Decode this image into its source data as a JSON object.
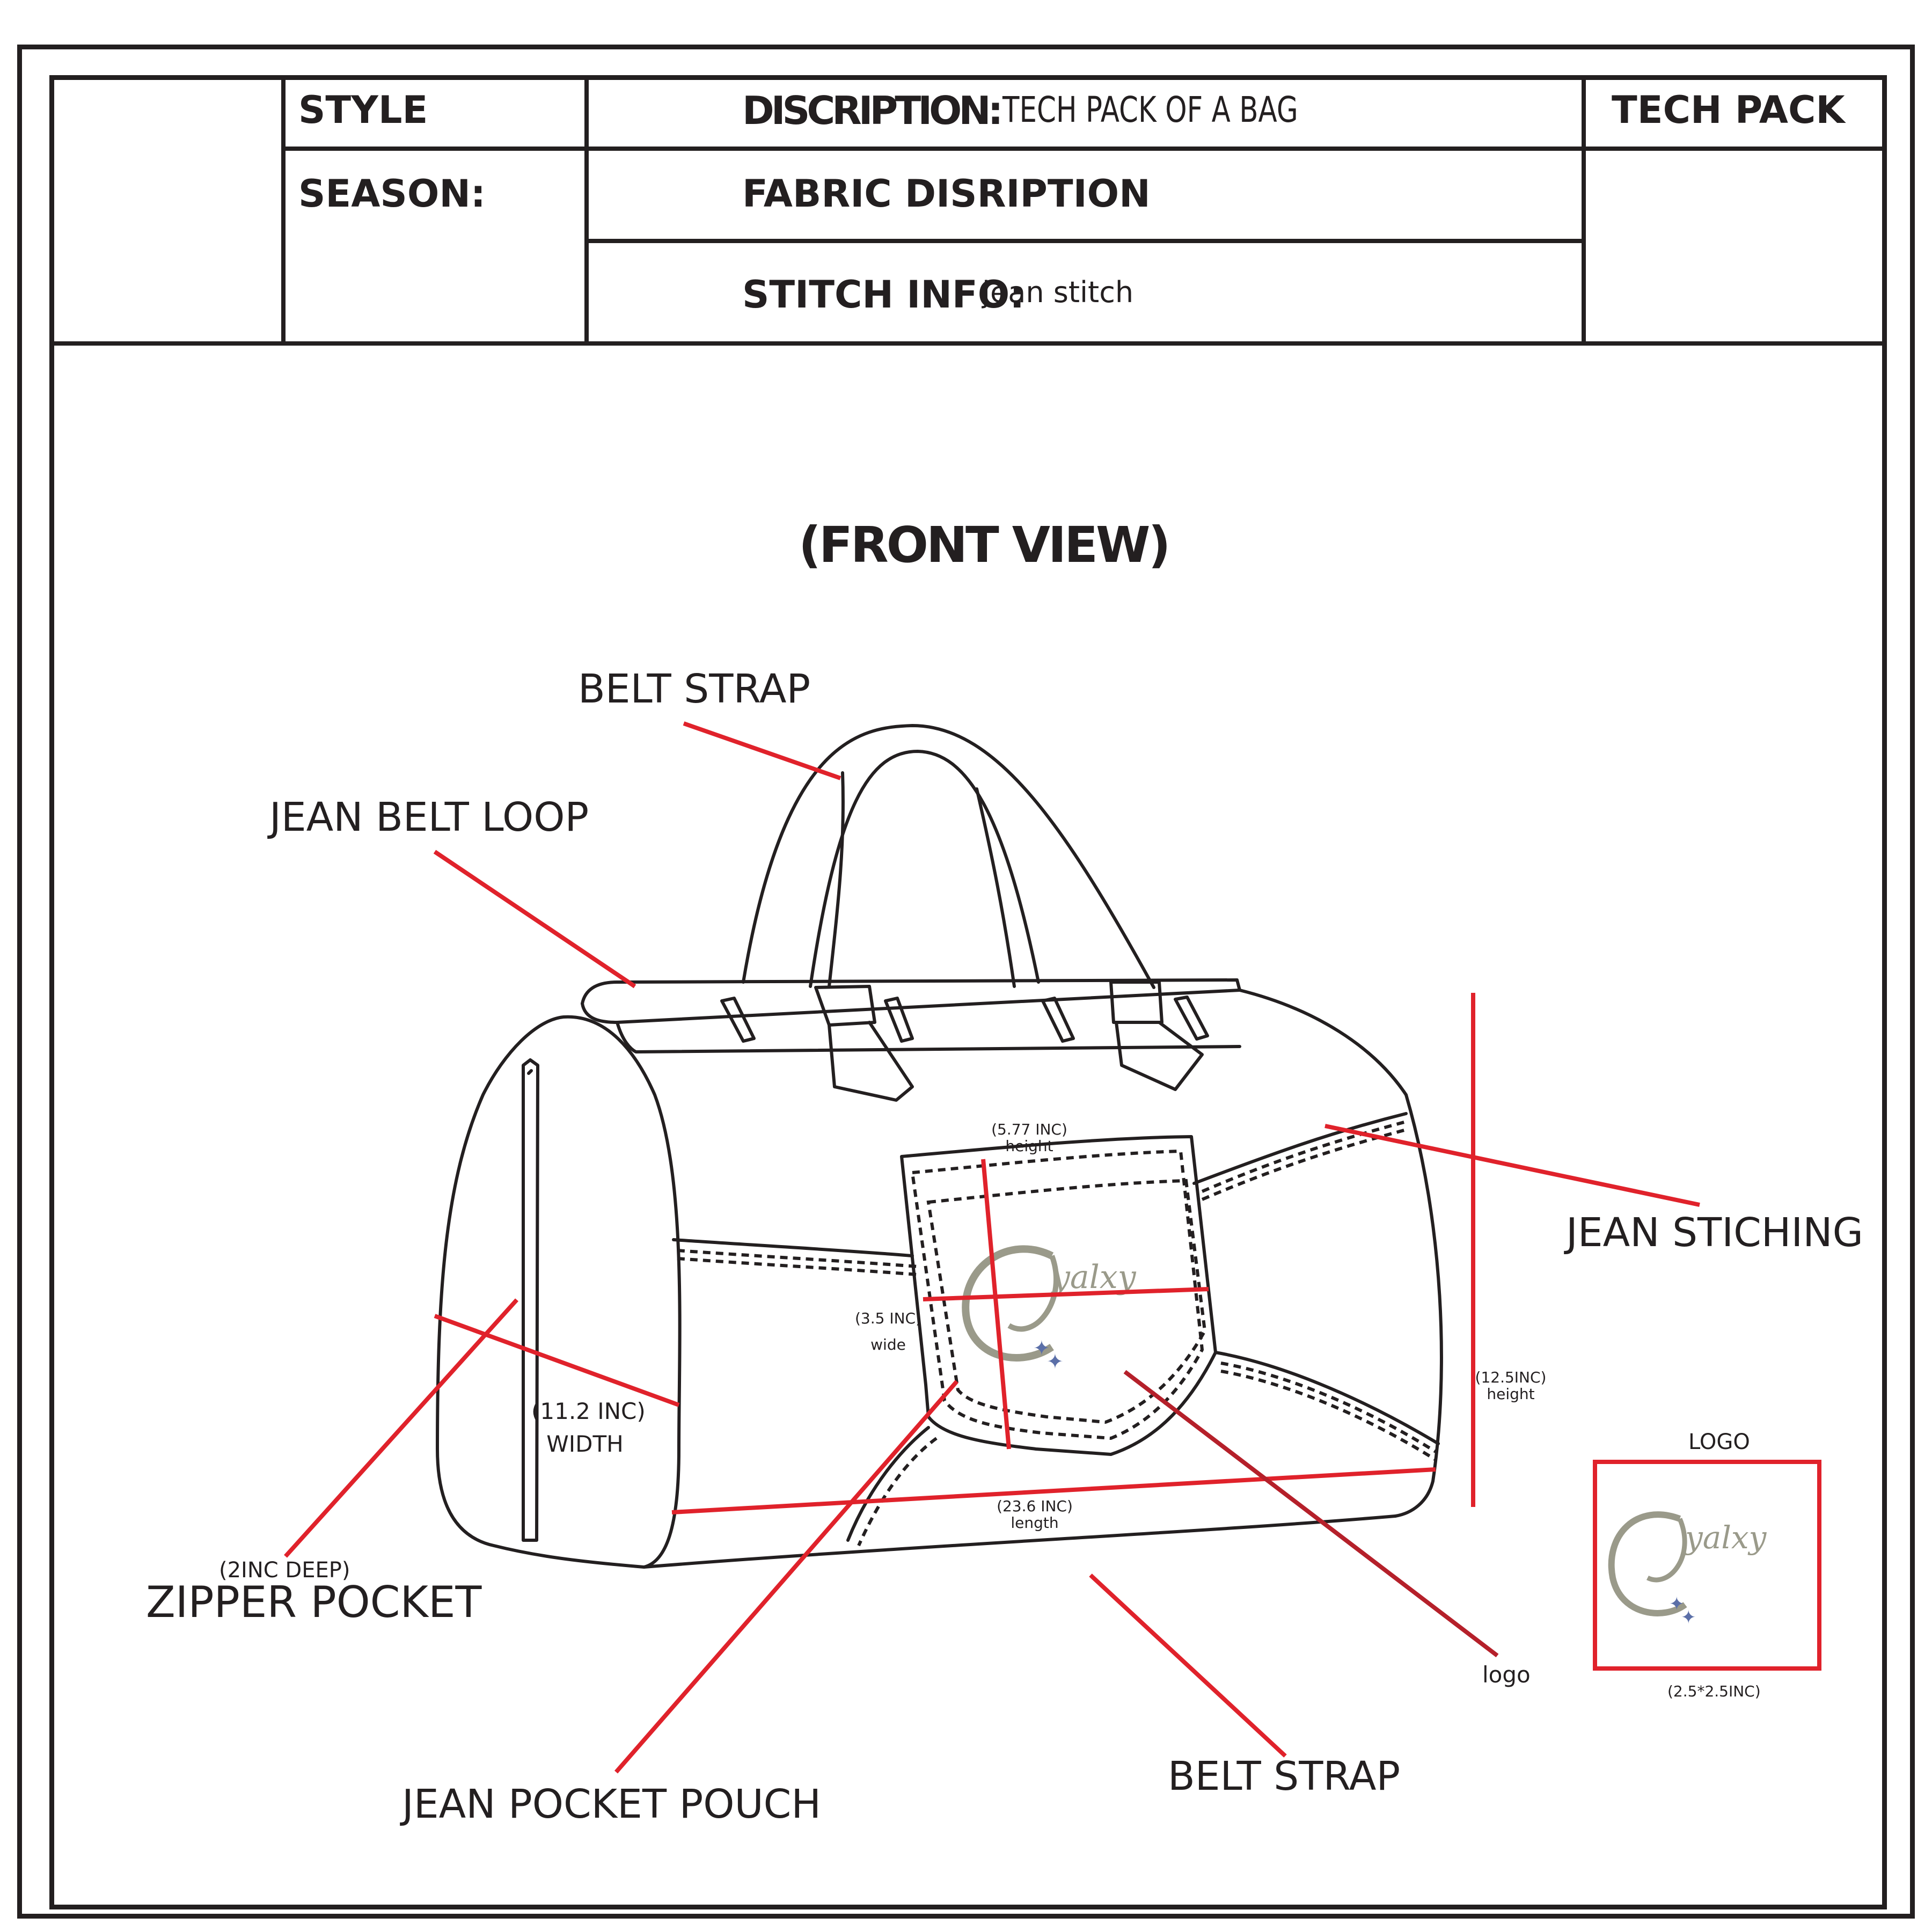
{
  "header": {
    "style_label": "STYLE",
    "season_label": "SEASON:",
    "description_label": "DISCRIPTION:",
    "description_value": "TECH PACK OF A BAG",
    "tech_pack_label": "TECH PACK",
    "fabric_label": "FABRIC DISRIPTION",
    "stitch_label": "STITCH INFO:",
    "stitch_value": "jean stitch"
  },
  "view_title": "(FRONT VIEW)",
  "callouts": {
    "belt_strap_top": "BELT STRAP",
    "jean_belt_loop": "JEAN BELT LOOP",
    "jean_stiching": "JEAN STICHING",
    "zipper_pocket_note": "(2INC DEEP)",
    "zipper_pocket": "ZIPPER POCKET",
    "jean_pocket_pouch": "JEAN POCKET POUCH",
    "belt_strap_bottom": "BELT STRAP",
    "logo_pointer": "logo"
  },
  "measurements": {
    "pocket_height_value": "(5.77 INC)",
    "pocket_height_unit": "height",
    "pocket_wide_value": "(3.5 INC)",
    "pocket_wide_unit": "wide",
    "side_width_value": "(11.2 INC)",
    "side_width_unit": "WIDTH",
    "bag_length_value": "(23.6 INC)",
    "bag_length_unit": "length",
    "bag_height_value": "(12.5INC)",
    "bag_height_unit": "height"
  },
  "logo_box": {
    "title": "LOGO",
    "size": "(2.5*2.5INC)",
    "logo_text": "Gyalxy"
  },
  "colors": {
    "ink": "#231f20",
    "callout_red": "#e0222b",
    "logo_silver": "#9a9a8a",
    "star_blue": "#5b6fa8"
  }
}
